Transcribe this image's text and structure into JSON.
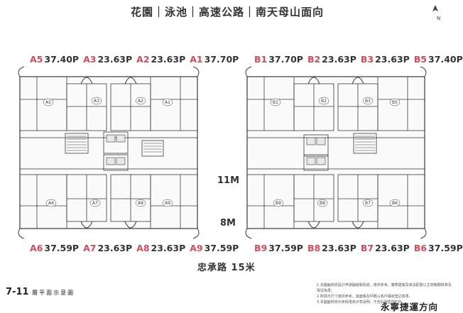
{
  "header": {
    "title": "花園｜泳池｜高速公路｜南天母山面向"
  },
  "compass": {
    "label": "N"
  },
  "left_tower": {
    "top_units": [
      {
        "code": "A5",
        "size": "37.40P"
      },
      {
        "code": "A3",
        "size": "23.63P"
      },
      {
        "code": "A2",
        "size": "23.63P"
      },
      {
        "code": "A1",
        "size": "37.70P"
      }
    ],
    "bottom_units": [
      {
        "code": "A6",
        "size": "37.59P"
      },
      {
        "code": "A7",
        "size": "23.63P"
      },
      {
        "code": "A8",
        "size": "23.63P"
      },
      {
        "code": "A9",
        "size": "37.59P"
      }
    ],
    "top_tags": [
      "A5",
      "A3",
      "A2",
      "A1"
    ],
    "bottom_tags": [
      "A6",
      "A7",
      "A8",
      "A9"
    ]
  },
  "right_tower": {
    "top_units": [
      {
        "code": "B1",
        "size": "37.70P"
      },
      {
        "code": "B2",
        "size": "23.63P"
      },
      {
        "code": "B3",
        "size": "23.63P"
      },
      {
        "code": "B5",
        "size": "37.40P"
      }
    ],
    "bottom_units": [
      {
        "code": "B9",
        "size": "37.59P"
      },
      {
        "code": "B8",
        "size": "23.63P"
      },
      {
        "code": "B7",
        "size": "23.63P"
      },
      {
        "code": "B6",
        "size": "37.59P"
      }
    ],
    "top_tags": [
      "B1",
      "B2",
      "B3",
      "B5"
    ],
    "bottom_tags": [
      "B9",
      "B8",
      "B7",
      "B6"
    ]
  },
  "spacing": {
    "upper": "11M",
    "lower": "8M"
  },
  "road": "忠承路 15米",
  "footer": {
    "floors": "7-11",
    "plan_label": "層平面示意圖",
    "mrt": "永寧捷運方向",
    "notes": [
      "1.本圖面係依設計申請圖繪製而成，僅供參考，實際建築及家具配置以主管機關核准及現況為準。",
      "2.所標示尺寸僅供參考，其面積及坪數以各戶權狀登記為準。",
      "3.本圖面所標示傢俱僅為示意說明，不含於銷售標的內。"
    ]
  },
  "colors": {
    "unit_code": "#d84a5a",
    "wall": "#3a3a3a",
    "fill": "#f4f4f4"
  }
}
